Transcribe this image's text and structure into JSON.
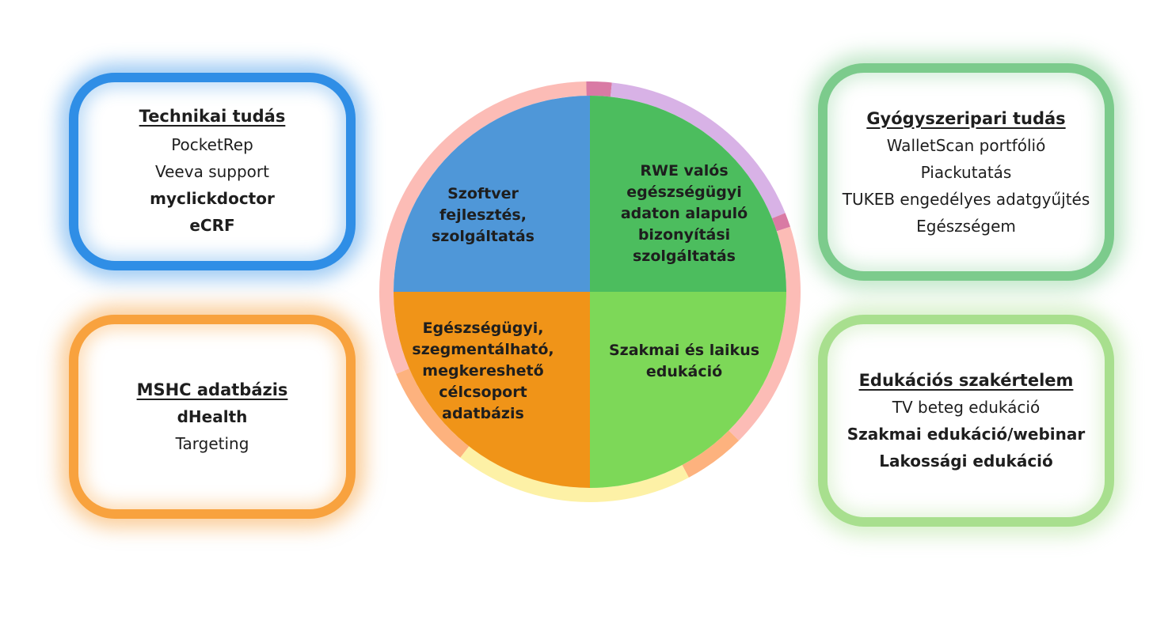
{
  "cards": {
    "technical": {
      "heading": "Technikai tudás",
      "items": [
        {
          "text": "PocketRep",
          "bold": false
        },
        {
          "text": "Veeva support",
          "bold": false
        },
        {
          "text": "myclickdoctor",
          "bold": true
        },
        {
          "text": "eCRF",
          "bold": true
        }
      ],
      "color": "#2f8ee6"
    },
    "pharma": {
      "heading": "Gyógyszeripari tudás",
      "items": [
        {
          "text": "WalletScan portfólió",
          "bold": false
        },
        {
          "text": "Piackutatás",
          "bold": false
        },
        {
          "text": "TUKEB engedélyes adatgyűjtés",
          "bold": false
        },
        {
          "text": "Egészségem",
          "bold": false
        }
      ],
      "color": "#7ccb8c"
    },
    "database": {
      "heading": "MSHC adatbázis",
      "items": [
        {
          "text": "dHealth",
          "bold": true
        },
        {
          "text": "Targeting",
          "bold": false
        }
      ],
      "color": "#f8a23e"
    },
    "education": {
      "heading": "Edukációs szakértelem",
      "items": [
        {
          "text": "TV beteg edukáció",
          "bold": false
        },
        {
          "text": "Szakmai edukáció/webinar",
          "bold": true
        },
        {
          "text": "Lakossági edukáció",
          "bold": true
        }
      ],
      "color": "#a8df8e"
    }
  },
  "wheel": {
    "quadrants": {
      "top_left": {
        "lines": [
          "Szoftver",
          "fejlesztés,",
          "szolgáltatás"
        ],
        "color": "#4f97d8"
      },
      "top_right": {
        "lines": [
          "RWE valós",
          "egészségügyi",
          "adaton alapuló",
          "bizonyítási",
          "szolgáltatás"
        ],
        "color": "#4cbd5e"
      },
      "bottom_left": {
        "lines": [
          "Egészségügyi,",
          "szegmentálható,",
          "megkereshető",
          "célcsoport",
          "adatbázis"
        ],
        "color": "#f09418"
      },
      "bottom_right": {
        "lines": [
          "Szakmai és laikus",
          "edukáció"
        ],
        "color": "#7dd858"
      }
    },
    "ring_colors": {
      "pink": "#fcbcb6",
      "lavender": "#d8b2e6",
      "mauve": "#d97aa4",
      "peach": "#fdb27e",
      "yellow": "#fdf1a6"
    }
  }
}
